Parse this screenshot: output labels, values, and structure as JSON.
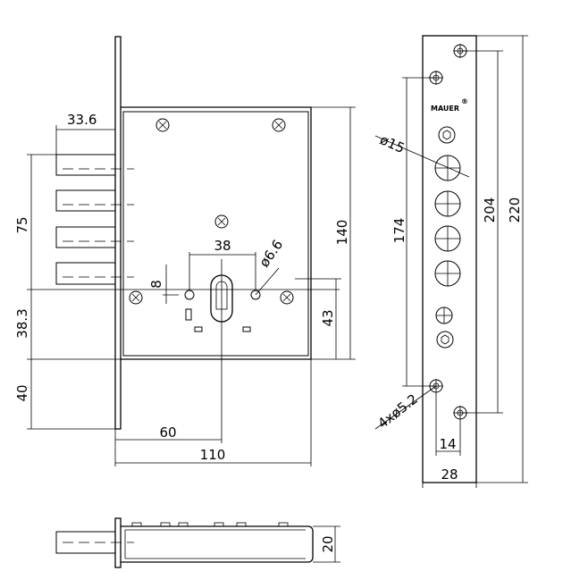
{
  "brand": {
    "name": "MAUER",
    "registered": "®"
  },
  "dimensions": {
    "backset_bolt": "33.6",
    "bolt_span": "75",
    "bolt_to_key": "38.3",
    "key_to_bottom": "40",
    "case_height": "140",
    "key_spacing": "38",
    "pin_offset": "8",
    "pin_diameter": "ø6.6",
    "key_height": "43",
    "backset": "60",
    "case_width": "110",
    "cyl_hole": "ø15",
    "screw_span_inner": "174",
    "screw_span_mid": "204",
    "faceplate_length": "220",
    "mount_holes": "4xø5.2",
    "hole_offset": "14",
    "faceplate_width": "28",
    "case_depth": "20"
  }
}
